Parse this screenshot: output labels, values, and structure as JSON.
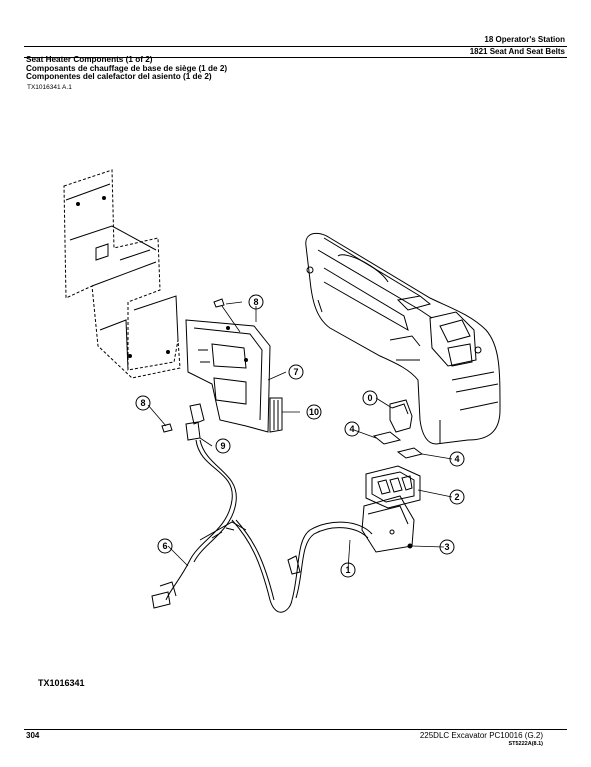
{
  "header": {
    "section": "18 Operator's Station",
    "subsection": "1821 Seat And Seat Belts"
  },
  "title": {
    "en": "Seat Heater Components (1 of 2)",
    "fr": "Composants de chauffage de base de siège (1 de 2)",
    "es": "Componentes del calefactor del asiento (1 de 2)"
  },
  "figure_ref_top": "TX1016341 A.1",
  "figure_label": "TX1016341",
  "callouts": [
    "0",
    "1",
    "2",
    "3",
    "4",
    "4",
    "6",
    "7",
    "8",
    "8",
    "9",
    "10"
  ],
  "footer": {
    "page_number": "304",
    "doc_info": "225DLC Excavator   PC10016   (G.2)",
    "code": "ST5222A(8.1)"
  }
}
